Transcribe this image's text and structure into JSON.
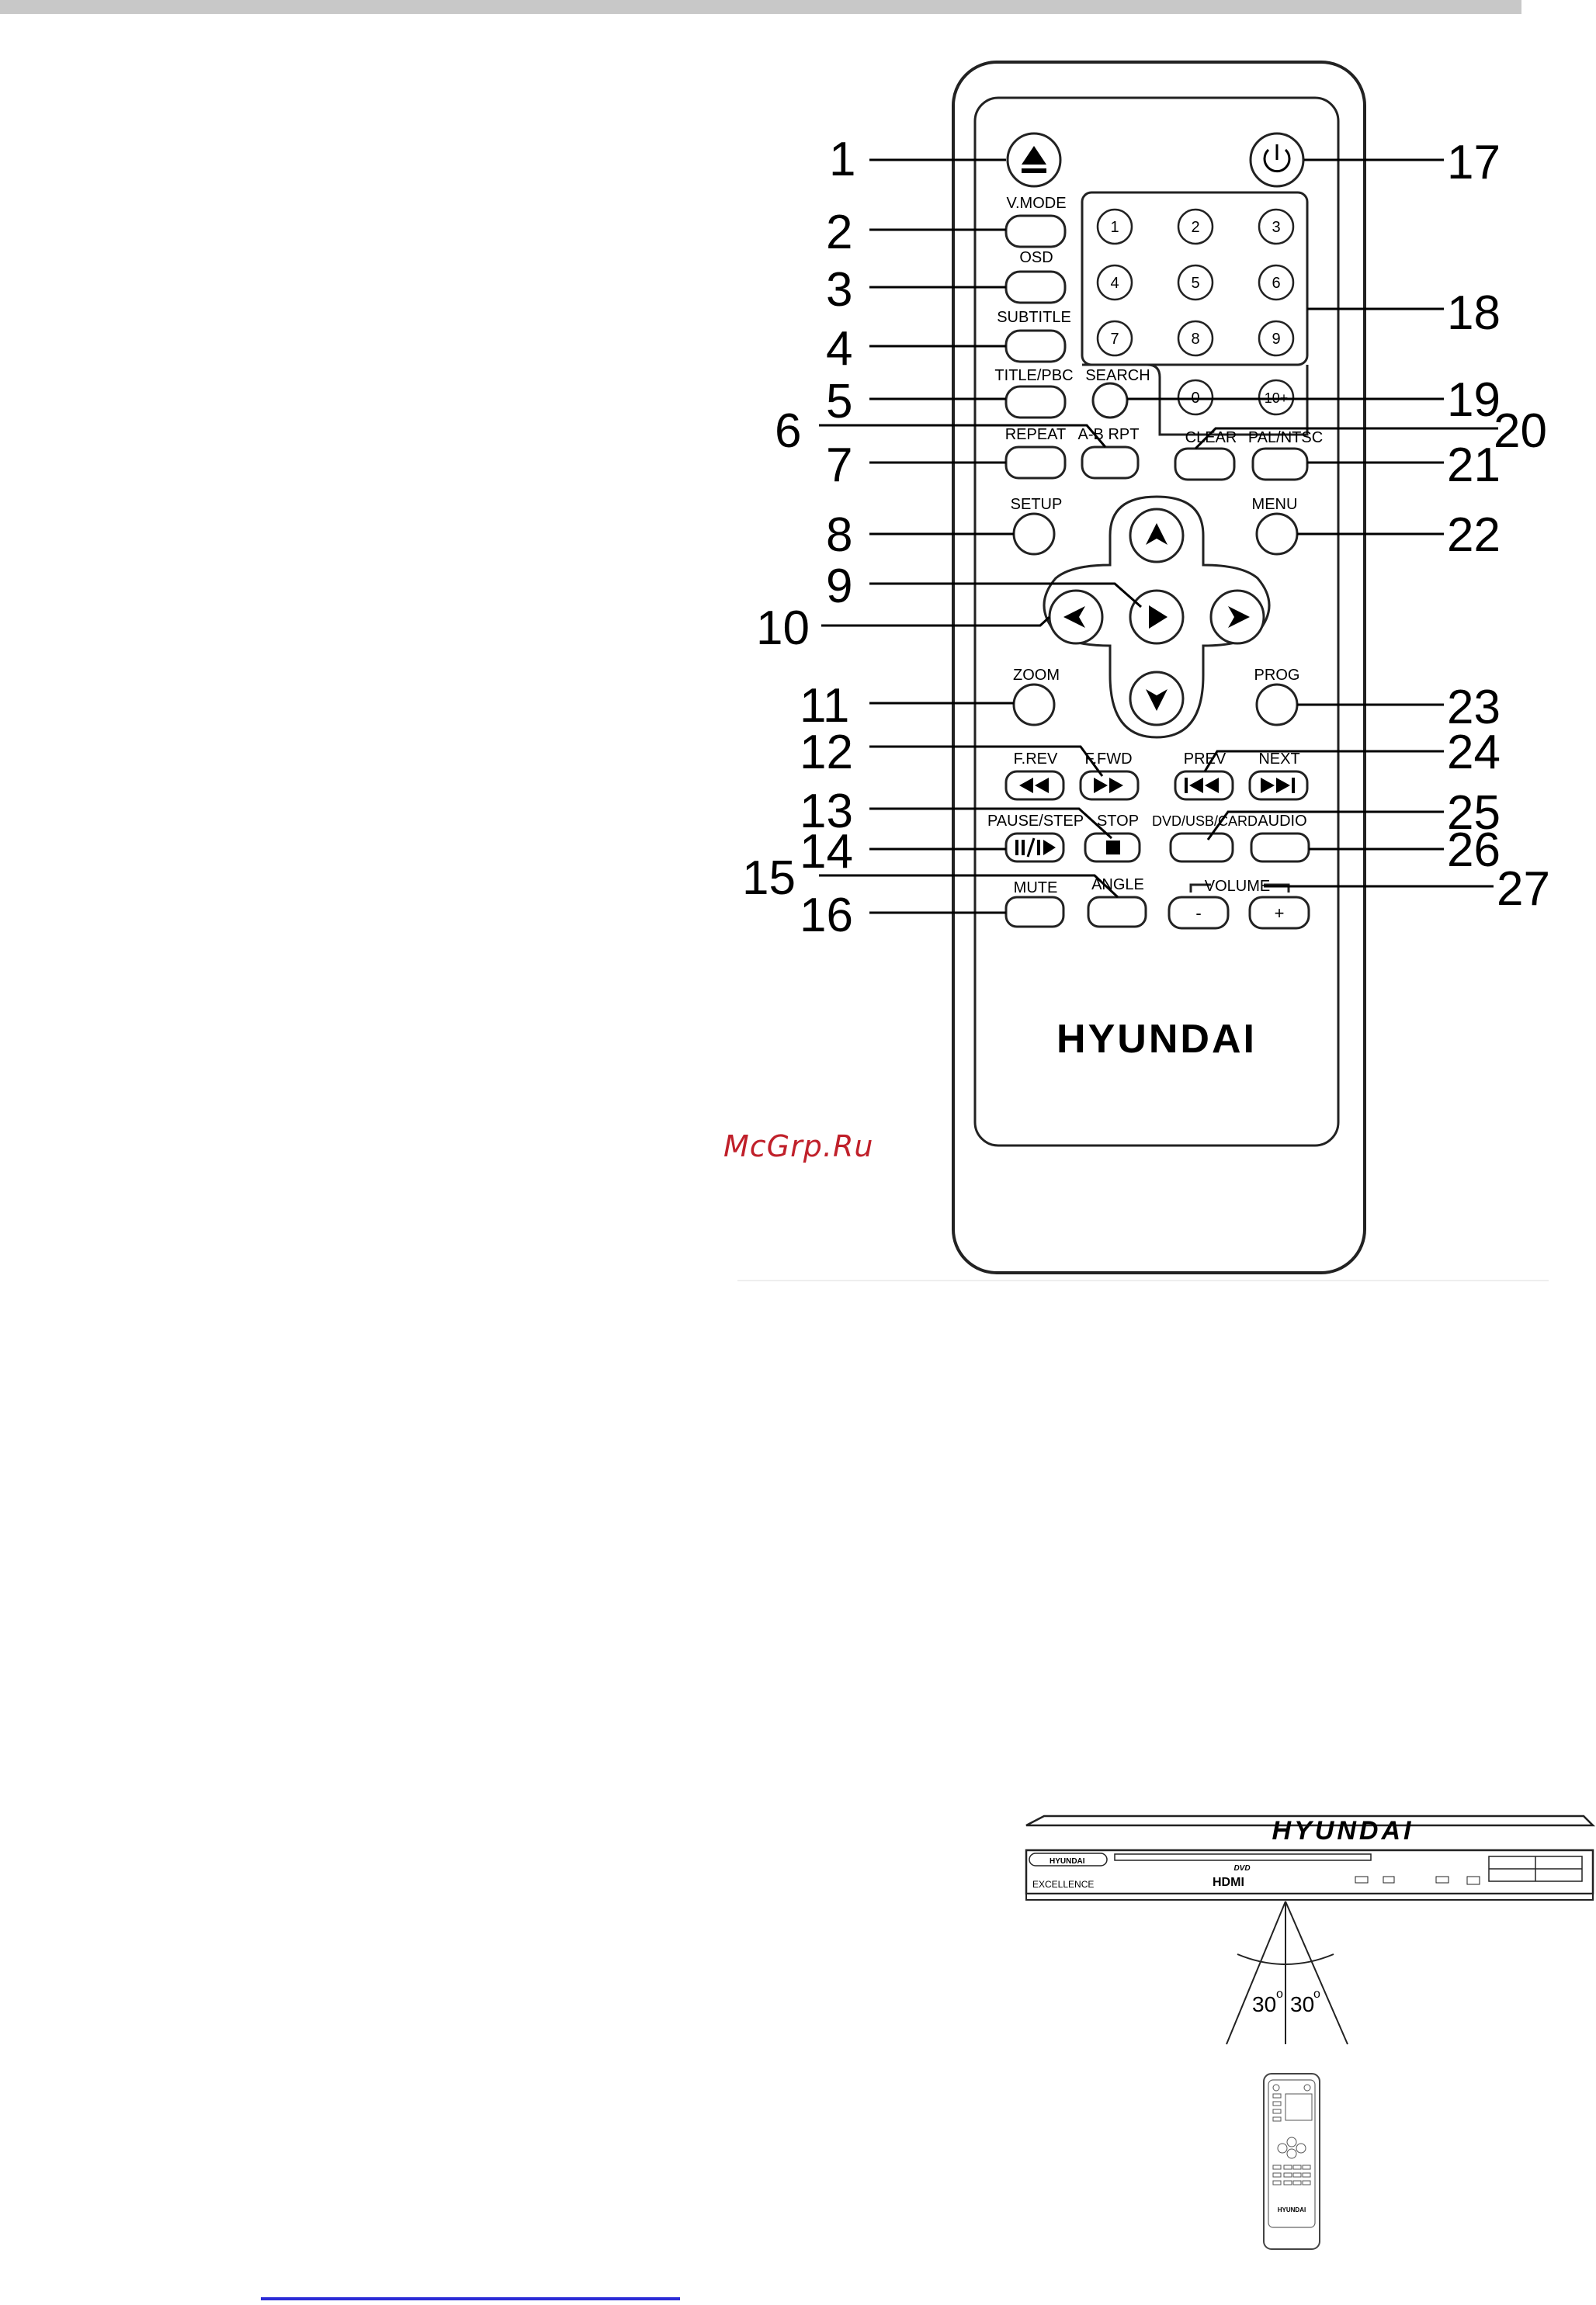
{
  "watermark": "McGrp.Ru",
  "brand": "HYUNDAI",
  "callouts": [
    "1",
    "2",
    "3",
    "4",
    "5",
    "6",
    "7",
    "8",
    "9",
    "10",
    "11",
    "12",
    "13",
    "14",
    "15",
    "16",
    "17",
    "18",
    "19",
    "20",
    "21",
    "22",
    "23",
    "24",
    "25",
    "26",
    "27"
  ],
  "buttons": {
    "vmode": "V.MODE",
    "osd": "OSD",
    "subtitle": "SUBTITLE",
    "title_pbc": "TITLE/PBC",
    "search": "SEARCH",
    "repeat": "REPEAT",
    "ab_rpt": "A-B RPT",
    "clear": "CLEAR",
    "pal_ntsc": "PAL/NTSC",
    "setup": "SETUP",
    "menu": "MENU",
    "zoom": "ZOOM",
    "prog": "PROG",
    "frev": "F.REV",
    "ffwd": "F.FWD",
    "prev": "PREV",
    "next": "NEXT",
    "pause_step": "PAUSE/STEP",
    "stop": "STOP",
    "dvd_usb_card": "DVD/USB/CARD",
    "audio": "AUDIO",
    "mute": "MUTE",
    "angle": "ANGLE",
    "volume": "VOLUME",
    "vol_minus": "-",
    "vol_plus": "+"
  },
  "digits": [
    "1",
    "2",
    "3",
    "4",
    "5",
    "6",
    "7",
    "8",
    "9",
    "0",
    "10+"
  ],
  "player": {
    "brand": "HYUNDAI",
    "front_label": "EXCELLENCE",
    "disc_label": "DVD",
    "hdmi_label": "HDMI",
    "angle_left": "30",
    "angle_right": "30",
    "degree": "o"
  },
  "icons": [
    "eject-icon",
    "power-icon",
    "arrow-up-icon",
    "arrow-down-icon",
    "arrow-left-icon",
    "arrow-right-icon",
    "enter-play-icon",
    "rewind-icon",
    "fast-forward-icon",
    "previous-icon",
    "next-icon",
    "pause-step-icon",
    "stop-icon"
  ]
}
